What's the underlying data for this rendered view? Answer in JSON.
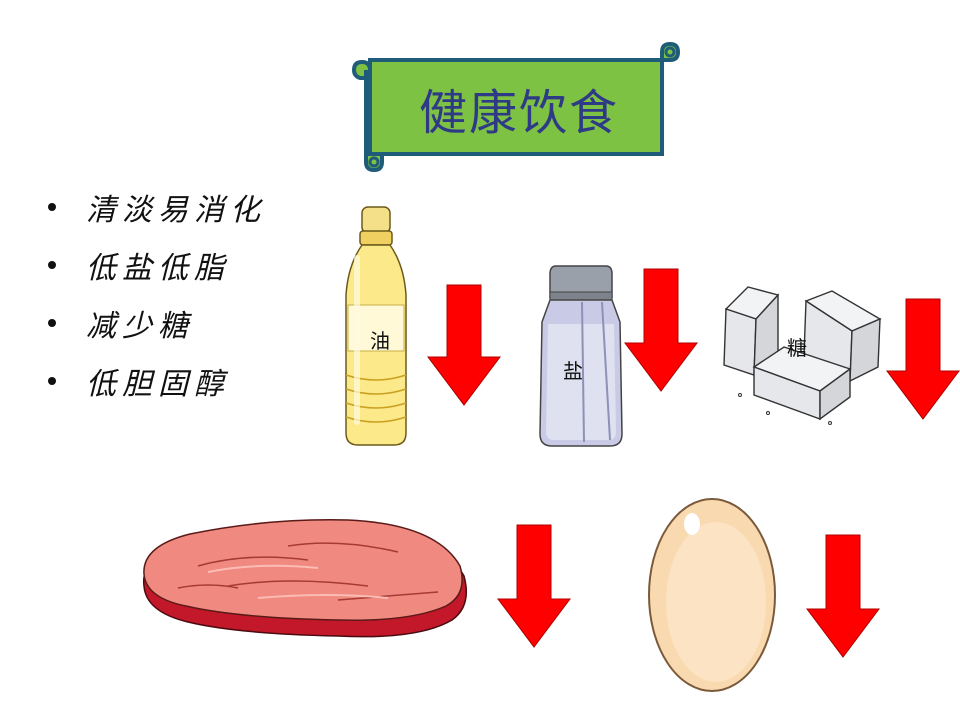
{
  "title": "健康饮食",
  "bullets": [
    "清淡易消化",
    "低盐低脂",
    "减少糖",
    "低胆固醇"
  ],
  "items": {
    "oil_label": "油",
    "salt_label": "盐",
    "sugar_label": "糖"
  },
  "colors": {
    "banner_fill": "#7dc242",
    "banner_stroke": "#1f5c7a",
    "title_text": "#2e3a86",
    "arrow": "#ff0000"
  },
  "icons": [
    "oil-bottle-icon",
    "salt-shaker-icon",
    "sugar-cubes-icon",
    "meat-icon",
    "egg-icon",
    "down-arrow-icon"
  ]
}
